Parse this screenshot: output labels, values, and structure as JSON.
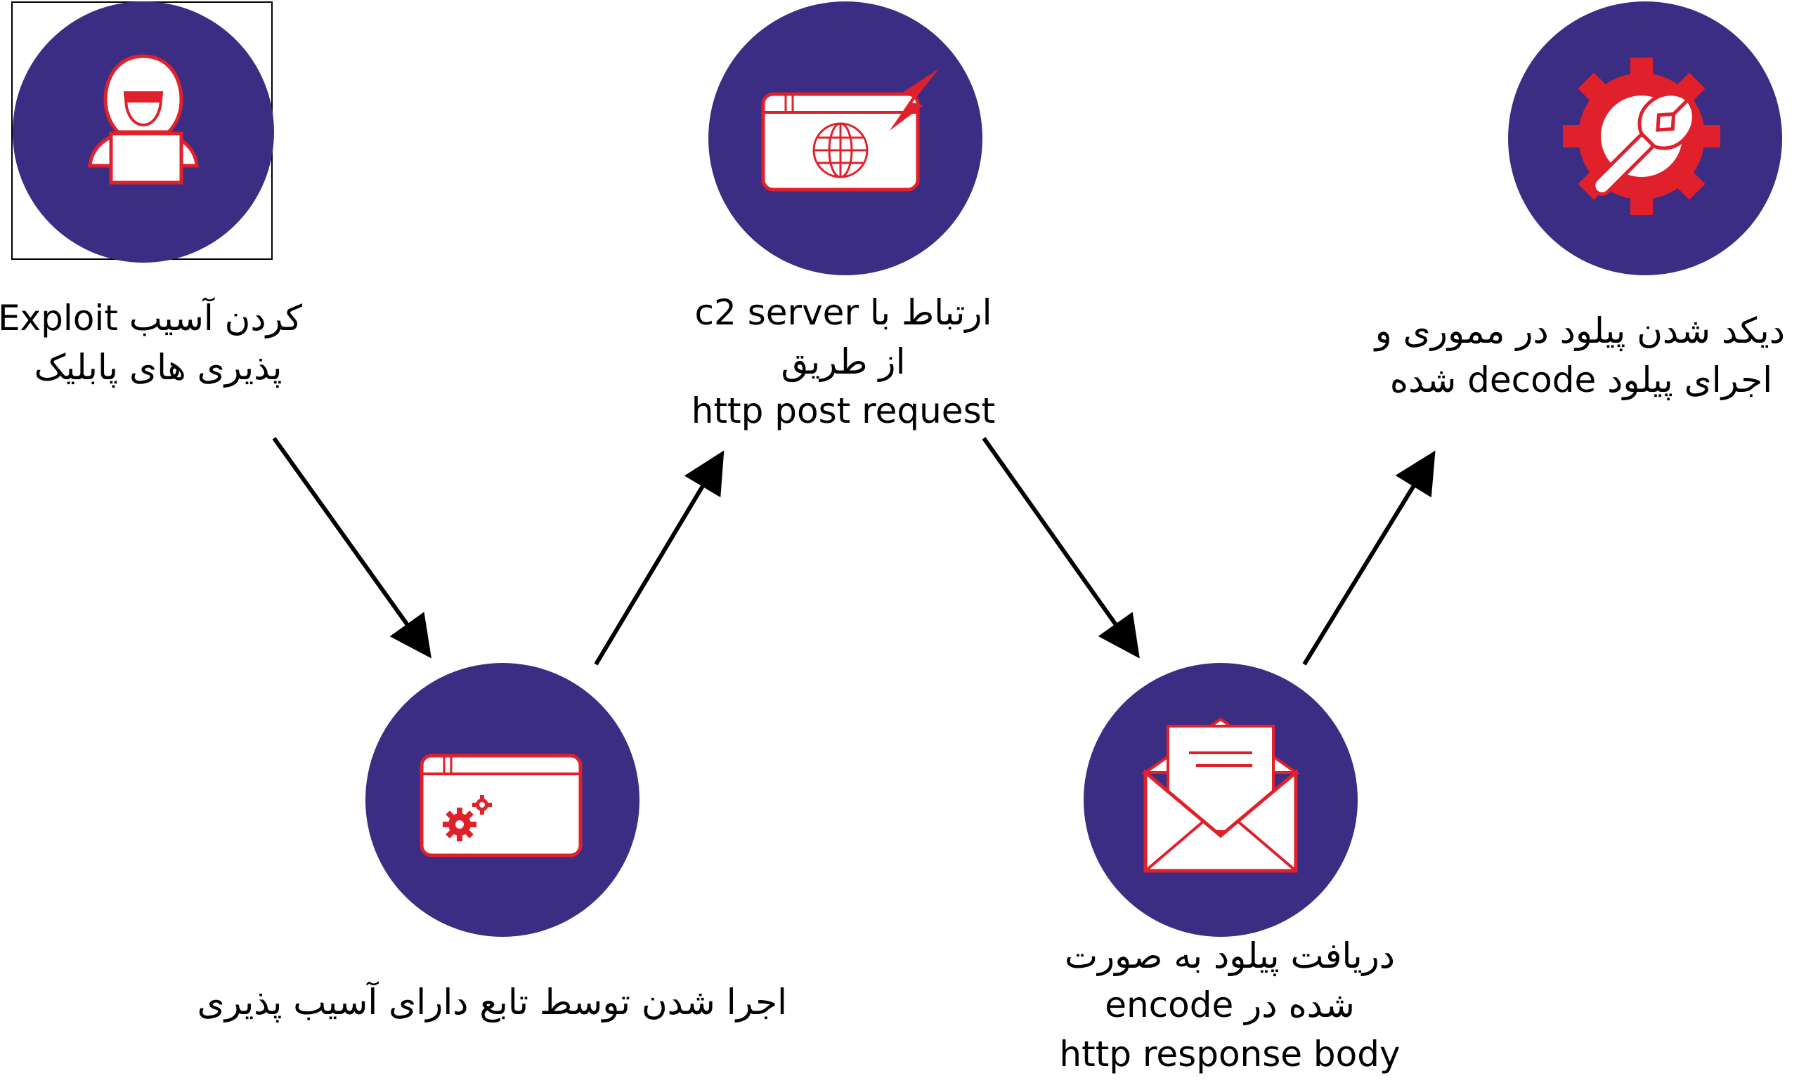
{
  "colors": {
    "circle": "#3b2d83",
    "icon_fill": "#ffffff",
    "icon_stroke": "#e0202b",
    "arrow": "#000000"
  },
  "steps": [
    {
      "icon": "hacker-icon",
      "lines": [
        "کردن آسیب Exploit",
        "پذیری های پابلیک"
      ]
    },
    {
      "icon": "browser-gears-icon",
      "lines": [
        "اجرا شدن توسط تابع دارای آسیب پذیری"
      ]
    },
    {
      "icon": "browser-globe-lightning-icon",
      "lines": [
        "ارتباط با c2 server",
        "از طریق",
        "http post request"
      ]
    },
    {
      "icon": "envelope-icon",
      "lines": [
        "دریافت پیلود به صورت",
        "شده در encode",
        "http response body"
      ]
    },
    {
      "icon": "gear-wrench-icon",
      "lines": [
        "دیکد شدن پیلود در مموری و",
        "اجرای پیلود decode شده"
      ]
    }
  ]
}
